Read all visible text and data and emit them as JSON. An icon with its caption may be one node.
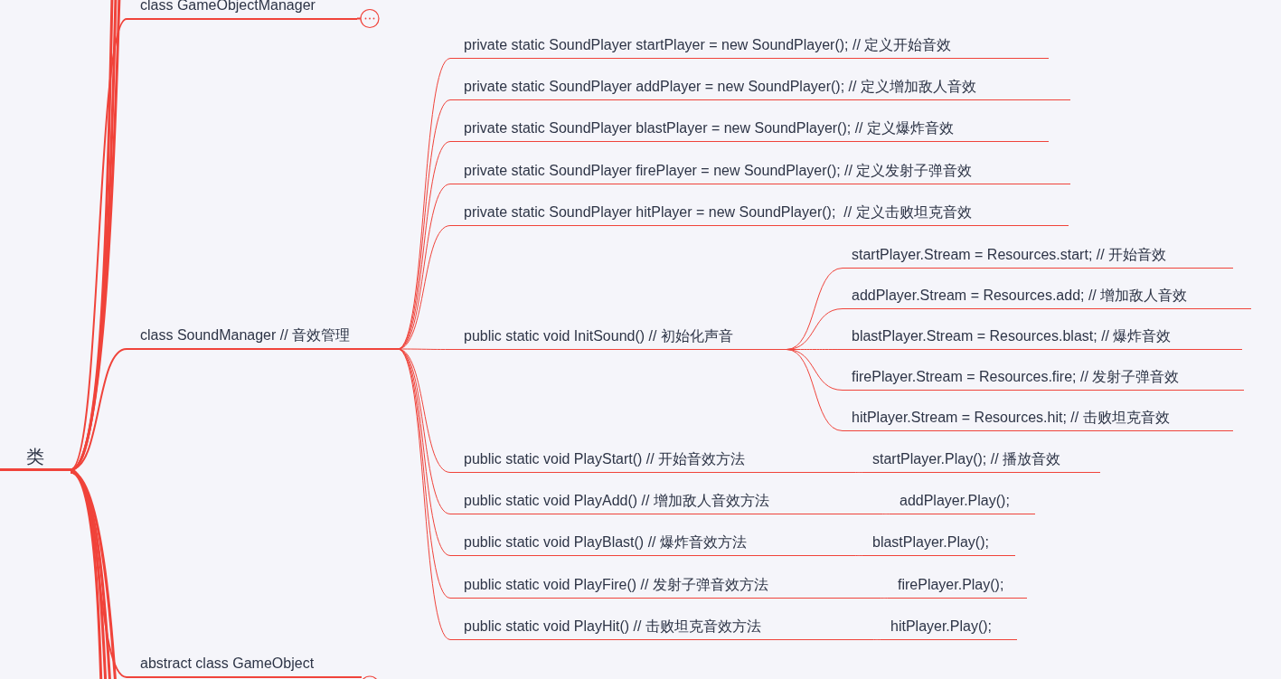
{
  "diagram": {
    "nodes": [
      {
        "text": [
          "类"
        ]
      },
      {
        "text": [
          "class GameObjectManager"
        ]
      },
      {
        "text": [
          "class SoundManager // 音效管理"
        ]
      },
      {
        "text": [
          "abstract class GameObject"
        ]
      },
      {
        "text": [
          "private static SoundPlayer startPlayer = new SoundPlayer(); // 定义开始音效"
        ]
      },
      {
        "text": [
          "private static SoundPlayer addPlayer = new SoundPlayer(); // 定义增加敌人音效"
        ]
      },
      {
        "text": [
          "private static SoundPlayer blastPlayer = new SoundPlayer(); // 定义爆炸音效"
        ]
      },
      {
        "text": [
          "private static SoundPlayer firePlayer = new SoundPlayer(); // 定义发射子弹音效"
        ]
      },
      {
        "text": [
          "private static SoundPlayer hitPlayer = new SoundPlayer();  // 定义击败坦克音效"
        ]
      },
      {
        "text": [
          "public static void InitSound() // 初始化声音"
        ]
      },
      {
        "text": [
          "startPlayer.Stream = Resources.start; // 开始音效"
        ]
      },
      {
        "text": [
          "addPlayer.Stream = Resources.add; // 增加敌人音效"
        ]
      },
      {
        "text": [
          "blastPlayer.Stream = Resources.blast; // 爆炸音效"
        ]
      },
      {
        "text": [
          "firePlayer.Stream = Resources.fire; // 发射子弹音效"
        ]
      },
      {
        "text": [
          "hitPlayer.Stream = Resources.hit; // 击败坦克音效"
        ]
      },
      {
        "text": [
          "public static void PlayStart() // 开始音效方法"
        ]
      },
      {
        "text": [
          "startPlayer.Play(); // 播放音效"
        ]
      },
      {
        "text": [
          "public static void PlayAdd() // 增加敌人音效方法"
        ]
      },
      {
        "text": [
          "addPlayer.Play();"
        ]
      },
      {
        "text": [
          "public static void PlayBlast() // 爆炸音效方法"
        ]
      },
      {
        "text": [
          "blastPlayer.Play();"
        ]
      },
      {
        "text": [
          "public static void PlayFire() // 发射子弹音效方法"
        ]
      },
      {
        "text": [
          "firePlayer.Play();"
        ]
      },
      {
        "text": [
          "public static void PlayHit() // 击败坦克音效方法"
        ]
      },
      {
        "text": [
          "hitPlayer.Play();"
        ]
      }
    ],
    "edges": [
      {
        "from": 0,
        "to": 1,
        "arrow": "none"
      },
      {
        "from": 0,
        "to": 2,
        "arrow": "none"
      },
      {
        "from": 0,
        "to": 3,
        "arrow": "none"
      },
      {
        "from": 2,
        "to": 4,
        "arrow": "none"
      },
      {
        "from": 2,
        "to": 5,
        "arrow": "none"
      },
      {
        "from": 2,
        "to": 6,
        "arrow": "none"
      },
      {
        "from": 2,
        "to": 7,
        "arrow": "none"
      },
      {
        "from": 2,
        "to": 8,
        "arrow": "none"
      },
      {
        "from": 2,
        "to": 9,
        "arrow": "none"
      },
      {
        "from": 9,
        "to": 10,
        "arrow": "none"
      },
      {
        "from": 9,
        "to": 11,
        "arrow": "none"
      },
      {
        "from": 9,
        "to": 12,
        "arrow": "none"
      },
      {
        "from": 9,
        "to": 13,
        "arrow": "none"
      },
      {
        "from": 9,
        "to": 14,
        "arrow": "none"
      },
      {
        "from": 2,
        "to": 15,
        "arrow": "none"
      },
      {
        "from": 15,
        "to": 16,
        "arrow": "none"
      },
      {
        "from": 2,
        "to": 17,
        "arrow": "none"
      },
      {
        "from": 17,
        "to": 18,
        "arrow": "none"
      },
      {
        "from": 2,
        "to": 19,
        "arrow": "none"
      },
      {
        "from": 19,
        "to": 20,
        "arrow": "none"
      },
      {
        "from": 2,
        "to": 21,
        "arrow": "none"
      },
      {
        "from": 21,
        "to": 22,
        "arrow": "none"
      },
      {
        "from": 2,
        "to": 23,
        "arrow": "none"
      },
      {
        "from": 23,
        "to": 24,
        "arrow": "none"
      }
    ]
  }
}
